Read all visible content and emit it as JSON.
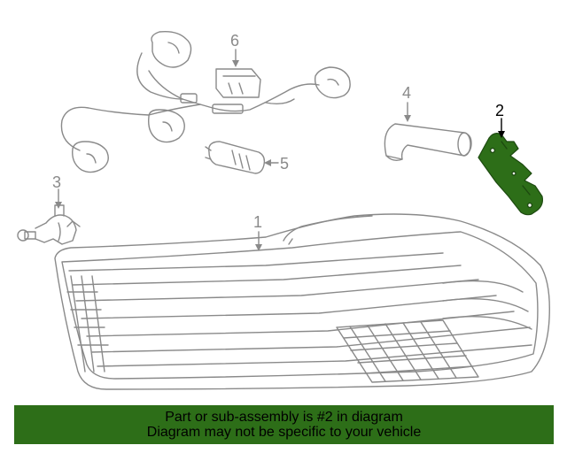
{
  "diagram": {
    "line_color": "#8a8a8a",
    "highlight_color": "#2d6e18",
    "callouts": [
      {
        "id": "1",
        "label": "1"
      },
      {
        "id": "2",
        "label": "2",
        "highlighted": true
      },
      {
        "id": "3",
        "label": "3"
      },
      {
        "id": "4",
        "label": "4"
      },
      {
        "id": "5",
        "label": "5"
      },
      {
        "id": "6",
        "label": "6"
      }
    ]
  },
  "banner": {
    "background": "#2d6e18",
    "line1": "Part or sub-assembly is #2 in diagram",
    "line2": "Diagram may not be specific to your vehicle"
  }
}
